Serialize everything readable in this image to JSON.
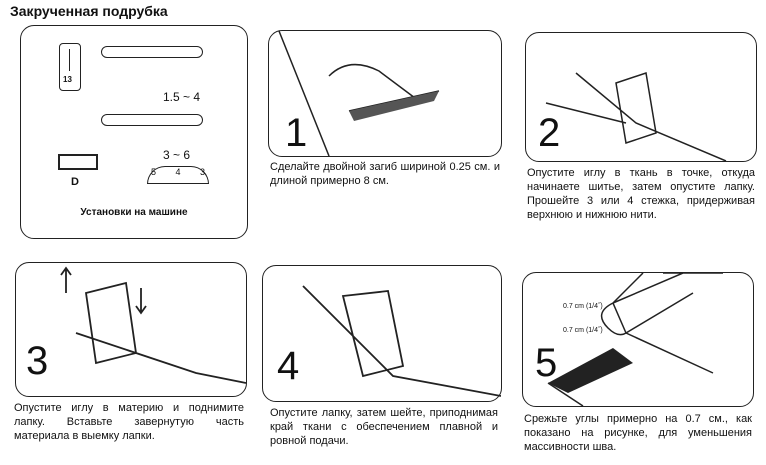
{
  "title": "Закрученная подрубка",
  "settings": {
    "caption": "Установки на машине",
    "pattern_number": "13",
    "stitch_width_range": "1.5 ~ 4",
    "tension_range": "3 ~ 6",
    "tension_dial": [
      "5",
      "4",
      "3"
    ],
    "foot": "D"
  },
  "steps": [
    {
      "number": "1",
      "text": "Сделайте двойной загиб шириной 0.25 см. и длиной примерно 8 см."
    },
    {
      "number": "2",
      "text": "Опустите иглу в ткань в точке, откуда начинаете шитье, затем опустите лапку. Прошейте 3 или 4 стежка, придерживая верхнюю и нижнюю нити."
    },
    {
      "number": "3",
      "text": "Опустите иглу в материю и поднимите лапку. Вставьте завернутую часть материала в выемку лапки."
    },
    {
      "number": "4",
      "text": "Опустите лапку, затем шейте, приподнимая край ткани с обеспечением плавной и ровной подачи."
    },
    {
      "number": "5",
      "text": "Срежьте углы примерно на 0.7 см., как показано на рисунке, для уменьшения массивности шва.",
      "labels": [
        "0.7 cm (1/4˝)",
        "0.7 cm (1/4˝)"
      ]
    }
  ]
}
